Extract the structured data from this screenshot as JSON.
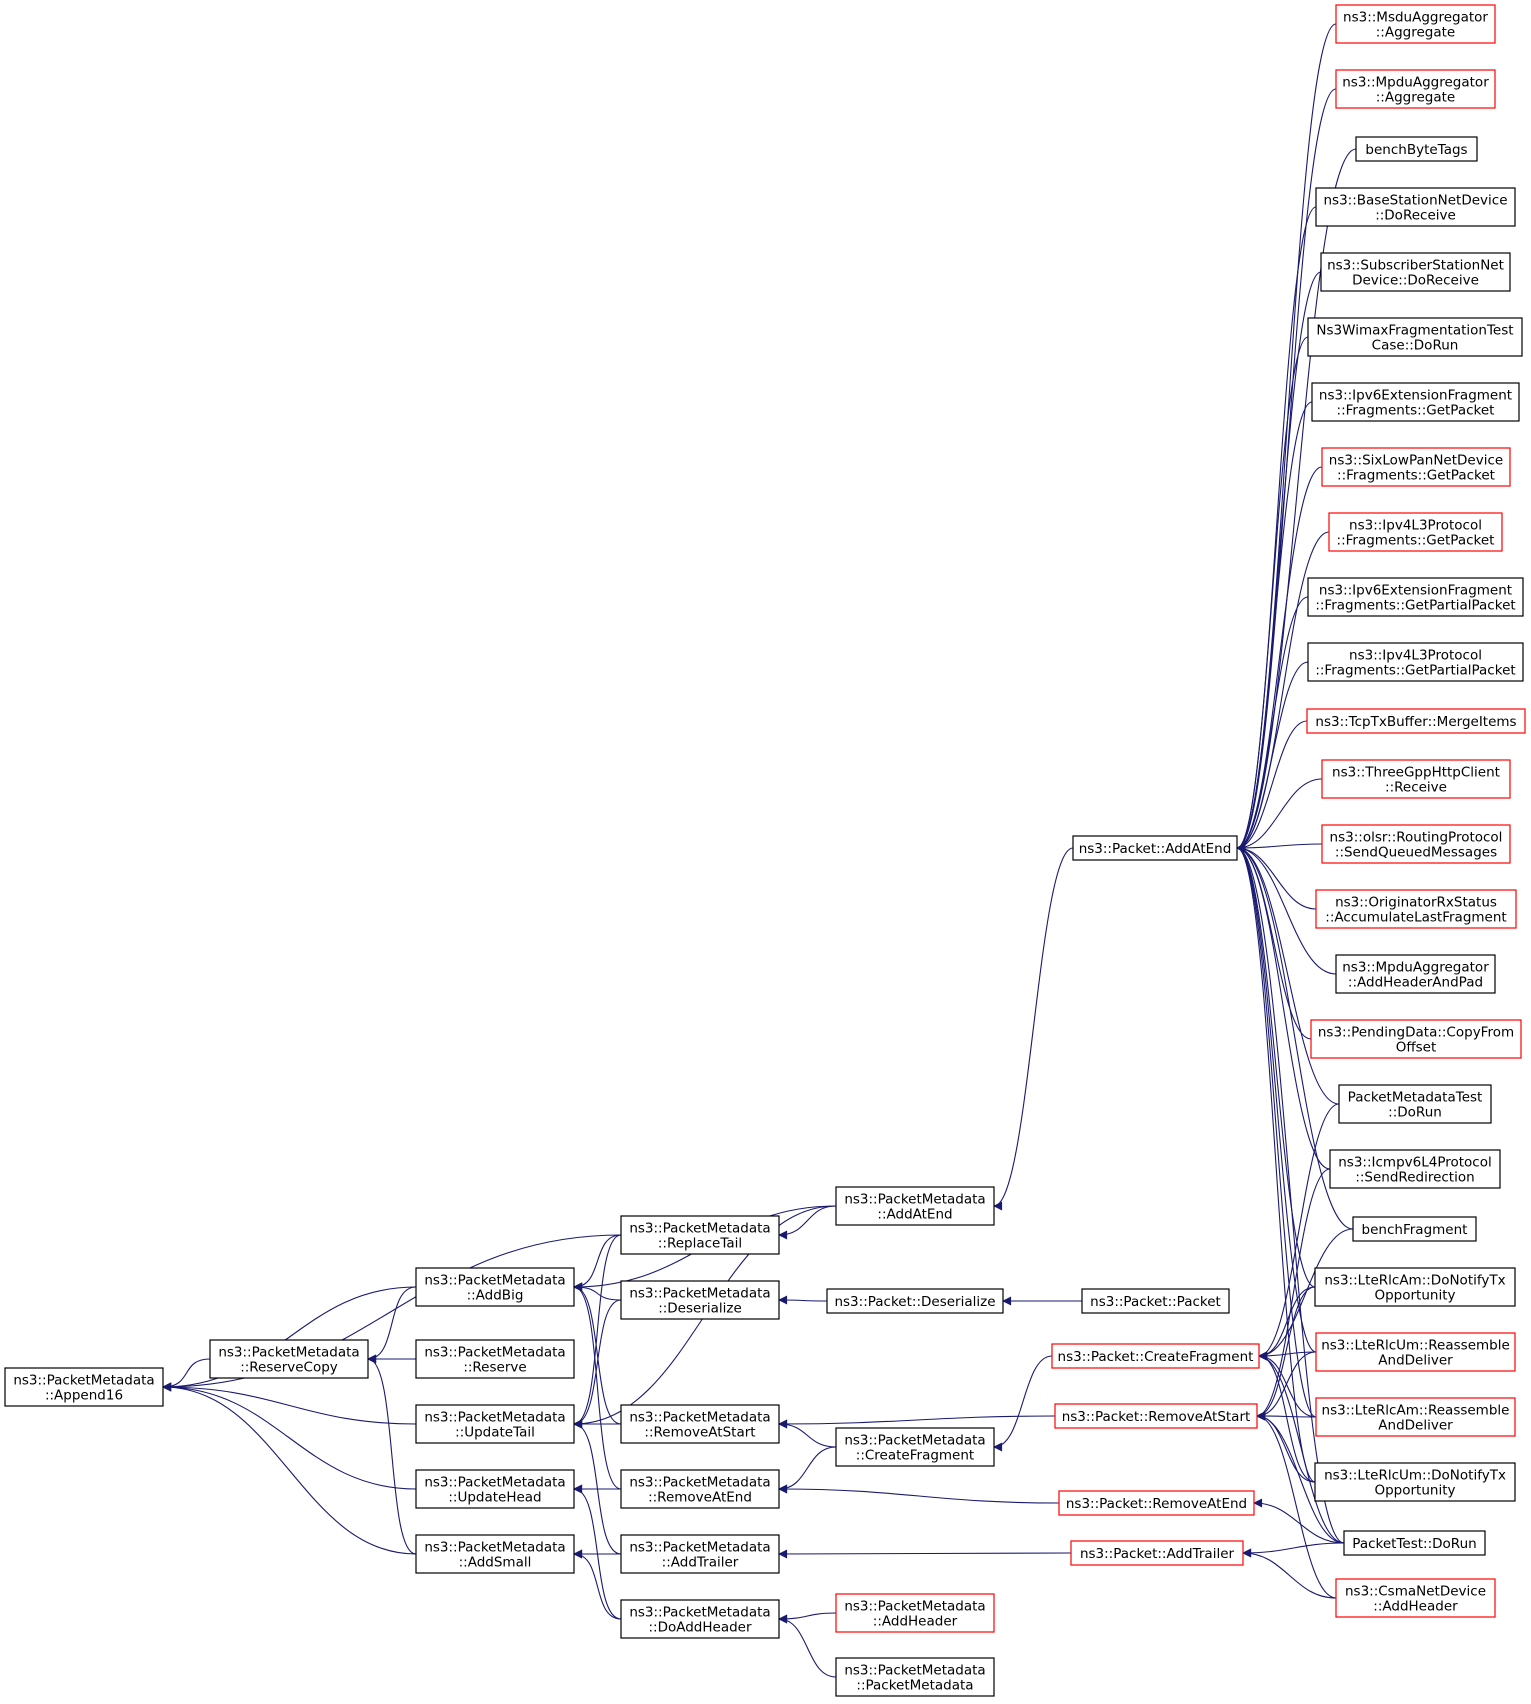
{
  "diagram": {
    "title": "",
    "colors": {
      "edge": "#191970",
      "node_border_normal": "#000000",
      "node_border_truncated": "#ff0000",
      "node_fill_root": "#bfbfbf",
      "node_fill": "#ffffff"
    },
    "nodes": [
      {
        "id": "append16",
        "lines": [
          "ns3::PacketMetadata",
          "::Append16"
        ],
        "style": "root"
      },
      {
        "id": "reservecopy",
        "lines": [
          "ns3::PacketMetadata",
          "::ReserveCopy"
        ],
        "style": "normal"
      },
      {
        "id": "addbig",
        "lines": [
          "ns3::PacketMetadata",
          "::AddBig"
        ],
        "style": "normal"
      },
      {
        "id": "reserve",
        "lines": [
          "ns3::PacketMetadata",
          "::Reserve"
        ],
        "style": "normal"
      },
      {
        "id": "updatetail",
        "lines": [
          "ns3::PacketMetadata",
          "::UpdateTail"
        ],
        "style": "normal"
      },
      {
        "id": "updatehead",
        "lines": [
          "ns3::PacketMetadata",
          "::UpdateHead"
        ],
        "style": "normal"
      },
      {
        "id": "addsmall",
        "lines": [
          "ns3::PacketMetadata",
          "::AddSmall"
        ],
        "style": "normal"
      },
      {
        "id": "replacetail",
        "lines": [
          "ns3::PacketMetadata",
          "::ReplaceTail"
        ],
        "style": "normal"
      },
      {
        "id": "deserialize",
        "lines": [
          "ns3::PacketMetadata",
          "::Deserialize"
        ],
        "style": "normal"
      },
      {
        "id": "removeatstart",
        "lines": [
          "ns3::PacketMetadata",
          "::RemoveAtStart"
        ],
        "style": "normal"
      },
      {
        "id": "removeatend",
        "lines": [
          "ns3::PacketMetadata",
          "::RemoveAtEnd"
        ],
        "style": "normal"
      },
      {
        "id": "addtrailer",
        "lines": [
          "ns3::PacketMetadata",
          "::AddTrailer"
        ],
        "style": "normal"
      },
      {
        "id": "doaddheader",
        "lines": [
          "ns3::PacketMetadata",
          "::DoAddHeader"
        ],
        "style": "normal"
      },
      {
        "id": "pm_addatend",
        "lines": [
          "ns3::PacketMetadata",
          "::AddAtEnd"
        ],
        "style": "normal"
      },
      {
        "id": "p_deserialize",
        "lines": [
          "ns3::Packet::Deserialize"
        ],
        "style": "normal"
      },
      {
        "id": "pm_createfragment",
        "lines": [
          "ns3::PacketMetadata",
          "::CreateFragment"
        ],
        "style": "normal"
      },
      {
        "id": "pm_addheader",
        "lines": [
          "ns3::PacketMetadata",
          "::AddHeader"
        ],
        "style": "truncated"
      },
      {
        "id": "pm_packetmetadata",
        "lines": [
          "ns3::PacketMetadata",
          "::PacketMetadata"
        ],
        "style": "normal"
      },
      {
        "id": "p_packet",
        "lines": [
          "ns3::Packet::Packet"
        ],
        "style": "normal"
      },
      {
        "id": "p_addatend",
        "lines": [
          "ns3::Packet::AddAtEnd"
        ],
        "style": "normal"
      },
      {
        "id": "p_createfragment",
        "lines": [
          "ns3::Packet::CreateFragment"
        ],
        "style": "truncated"
      },
      {
        "id": "p_removeatstart",
        "lines": [
          "ns3::Packet::RemoveAtStart"
        ],
        "style": "truncated"
      },
      {
        "id": "p_removeatend",
        "lines": [
          "ns3::Packet::RemoveAtEnd"
        ],
        "style": "truncated"
      },
      {
        "id": "p_addtrailer",
        "lines": [
          "ns3::Packet::AddTrailer"
        ],
        "style": "truncated"
      },
      {
        "id": "msdu",
        "lines": [
          "ns3::MsduAggregator",
          "::Aggregate"
        ],
        "style": "truncated"
      },
      {
        "id": "mpdu",
        "lines": [
          "ns3::MpduAggregator",
          "::Aggregate"
        ],
        "style": "truncated"
      },
      {
        "id": "benchbytetags",
        "lines": [
          "benchByteTags"
        ],
        "style": "normal"
      },
      {
        "id": "basestation",
        "lines": [
          "ns3::BaseStationNetDevice",
          "::DoReceive"
        ],
        "style": "normal"
      },
      {
        "id": "subscriber",
        "lines": [
          "ns3::SubscriberStationNet",
          "Device::DoReceive"
        ],
        "style": "normal"
      },
      {
        "id": "wimaxfrag",
        "lines": [
          "Ns3WimaxFragmentationTest",
          "Case::DoRun"
        ],
        "style": "normal"
      },
      {
        "id": "ipv6frag_get",
        "lines": [
          "ns3::Ipv6ExtensionFragment",
          "::Fragments::GetPacket"
        ],
        "style": "normal"
      },
      {
        "id": "sixlowpan",
        "lines": [
          "ns3::SixLowPanNetDevice",
          "::Fragments::GetPacket"
        ],
        "style": "truncated"
      },
      {
        "id": "ipv4l3_get",
        "lines": [
          "ns3::Ipv4L3Protocol",
          "::Fragments::GetPacket"
        ],
        "style": "truncated"
      },
      {
        "id": "ipv6frag_partial",
        "lines": [
          "ns3::Ipv6ExtensionFragment",
          "::Fragments::GetPartialPacket"
        ],
        "style": "normal"
      },
      {
        "id": "ipv4l3_partial",
        "lines": [
          "ns3::Ipv4L3Protocol",
          "::Fragments::GetPartialPacket"
        ],
        "style": "normal"
      },
      {
        "id": "tcptx",
        "lines": [
          "ns3::TcpTxBuffer::MergeItems"
        ],
        "style": "truncated"
      },
      {
        "id": "threegpp",
        "lines": [
          "ns3::ThreeGppHttpClient",
          "::Receive"
        ],
        "style": "truncated"
      },
      {
        "id": "olsr",
        "lines": [
          "ns3::olsr::RoutingProtocol",
          "::SendQueuedMessages"
        ],
        "style": "truncated"
      },
      {
        "id": "originator",
        "lines": [
          "ns3::OriginatorRxStatus",
          "::AccumulateLastFragment"
        ],
        "style": "truncated"
      },
      {
        "id": "mpdu_pad",
        "lines": [
          "ns3::MpduAggregator",
          "::AddHeaderAndPad"
        ],
        "style": "normal"
      },
      {
        "id": "pendingdata",
        "lines": [
          "ns3::PendingData::CopyFrom",
          "Offset"
        ],
        "style": "truncated"
      },
      {
        "id": "pmtest",
        "lines": [
          "PacketMetadataTest",
          "::DoRun"
        ],
        "style": "normal"
      },
      {
        "id": "icmpv6",
        "lines": [
          "ns3::Icmpv6L4Protocol",
          "::SendRedirection"
        ],
        "style": "normal"
      },
      {
        "id": "benchfragment",
        "lines": [
          "benchFragment"
        ],
        "style": "normal"
      },
      {
        "id": "lterlcam_tx",
        "lines": [
          "ns3::LteRlcAm::DoNotifyTx",
          "Opportunity"
        ],
        "style": "normal"
      },
      {
        "id": "lterlcum_rd",
        "lines": [
          "ns3::LteRlcUm::Reassemble",
          "AndDeliver"
        ],
        "style": "truncated"
      },
      {
        "id": "lterlcam_rd",
        "lines": [
          "ns3::LteRlcAm::Reassemble",
          "AndDeliver"
        ],
        "style": "truncated"
      },
      {
        "id": "lterlcum_tx",
        "lines": [
          "ns3::LteRlcUm::DoNotifyTx",
          "Opportunity"
        ],
        "style": "normal"
      },
      {
        "id": "packettest",
        "lines": [
          "PacketTest::DoRun"
        ],
        "style": "normal"
      },
      {
        "id": "csma",
        "lines": [
          "ns3::CsmaNetDevice",
          "::AddHeader"
        ],
        "style": "truncated"
      }
    ],
    "edges": [
      [
        "replacetail",
        "append16"
      ],
      [
        "addbig",
        "append16"
      ],
      [
        "reservecopy",
        "append16"
      ],
      [
        "updatetail",
        "append16"
      ],
      [
        "updatehead",
        "append16"
      ],
      [
        "addsmall",
        "append16"
      ],
      [
        "addbig",
        "reservecopy"
      ],
      [
        "reserve",
        "reservecopy"
      ],
      [
        "addsmall",
        "reservecopy"
      ],
      [
        "pm_addatend",
        "addbig"
      ],
      [
        "replacetail",
        "addbig"
      ],
      [
        "deserialize",
        "addbig"
      ],
      [
        "removeatstart",
        "addbig"
      ],
      [
        "removeatend",
        "addbig"
      ],
      [
        "replacetail",
        "updatetail"
      ],
      [
        "deserialize",
        "updatetail"
      ],
      [
        "pm_addatend",
        "updatetail"
      ],
      [
        "removeatstart",
        "updatetail"
      ],
      [
        "addtrailer",
        "updatetail"
      ],
      [
        "removeatend",
        "updatehead"
      ],
      [
        "doaddheader",
        "updatehead"
      ],
      [
        "addtrailer",
        "addsmall"
      ],
      [
        "doaddheader",
        "addsmall"
      ],
      [
        "pm_addatend",
        "replacetail"
      ],
      [
        "p_deserialize",
        "deserialize"
      ],
      [
        "p_removeatstart",
        "removeatstart"
      ],
      [
        "pm_createfragment",
        "removeatstart"
      ],
      [
        "pm_createfragment",
        "removeatend"
      ],
      [
        "p_removeatend",
        "removeatend"
      ],
      [
        "p_addtrailer",
        "addtrailer"
      ],
      [
        "pm_addheader",
        "doaddheader"
      ],
      [
        "pm_packetmetadata",
        "doaddheader"
      ],
      [
        "p_addatend",
        "pm_addatend"
      ],
      [
        "p_packet",
        "p_deserialize"
      ],
      [
        "p_createfragment",
        "pm_createfragment"
      ],
      [
        "msdu",
        "p_addatend"
      ],
      [
        "mpdu",
        "p_addatend"
      ],
      [
        "benchbytetags",
        "p_addatend"
      ],
      [
        "basestation",
        "p_addatend"
      ],
      [
        "subscriber",
        "p_addatend"
      ],
      [
        "wimaxfrag",
        "p_addatend"
      ],
      [
        "ipv6frag_get",
        "p_addatend"
      ],
      [
        "sixlowpan",
        "p_addatend"
      ],
      [
        "ipv4l3_get",
        "p_addatend"
      ],
      [
        "ipv6frag_partial",
        "p_addatend"
      ],
      [
        "ipv4l3_partial",
        "p_addatend"
      ],
      [
        "tcptx",
        "p_addatend"
      ],
      [
        "threegpp",
        "p_addatend"
      ],
      [
        "olsr",
        "p_addatend"
      ],
      [
        "originator",
        "p_addatend"
      ],
      [
        "mpdu_pad",
        "p_addatend"
      ],
      [
        "pendingdata",
        "p_addatend"
      ],
      [
        "pmtest",
        "p_addatend"
      ],
      [
        "icmpv6",
        "p_addatend"
      ],
      [
        "benchfragment",
        "p_addatend"
      ],
      [
        "lterlcam_tx",
        "p_addatend"
      ],
      [
        "lterlcum_rd",
        "p_addatend"
      ],
      [
        "lterlcam_rd",
        "p_addatend"
      ],
      [
        "lterlcum_tx",
        "p_addatend"
      ],
      [
        "packettest",
        "p_addatend"
      ],
      [
        "pmtest",
        "p_createfragment"
      ],
      [
        "benchfragment",
        "p_createfragment"
      ],
      [
        "lterlcam_tx",
        "p_createfragment"
      ],
      [
        "lterlcum_rd",
        "p_createfragment"
      ],
      [
        "lterlcam_rd",
        "p_createfragment"
      ],
      [
        "lterlcum_tx",
        "p_createfragment"
      ],
      [
        "packettest",
        "p_createfragment"
      ],
      [
        "icmpv6",
        "p_removeatstart"
      ],
      [
        "lterlcam_tx",
        "p_removeatstart"
      ],
      [
        "lterlcum_rd",
        "p_removeatstart"
      ],
      [
        "lterlcam_rd",
        "p_removeatstart"
      ],
      [
        "lterlcum_tx",
        "p_removeatstart"
      ],
      [
        "packettest",
        "p_removeatstart"
      ],
      [
        "csma",
        "p_removeatstart"
      ],
      [
        "packettest",
        "p_removeatend"
      ],
      [
        "packettest",
        "p_addtrailer"
      ],
      [
        "csma",
        "p_addtrailer"
      ]
    ]
  }
}
